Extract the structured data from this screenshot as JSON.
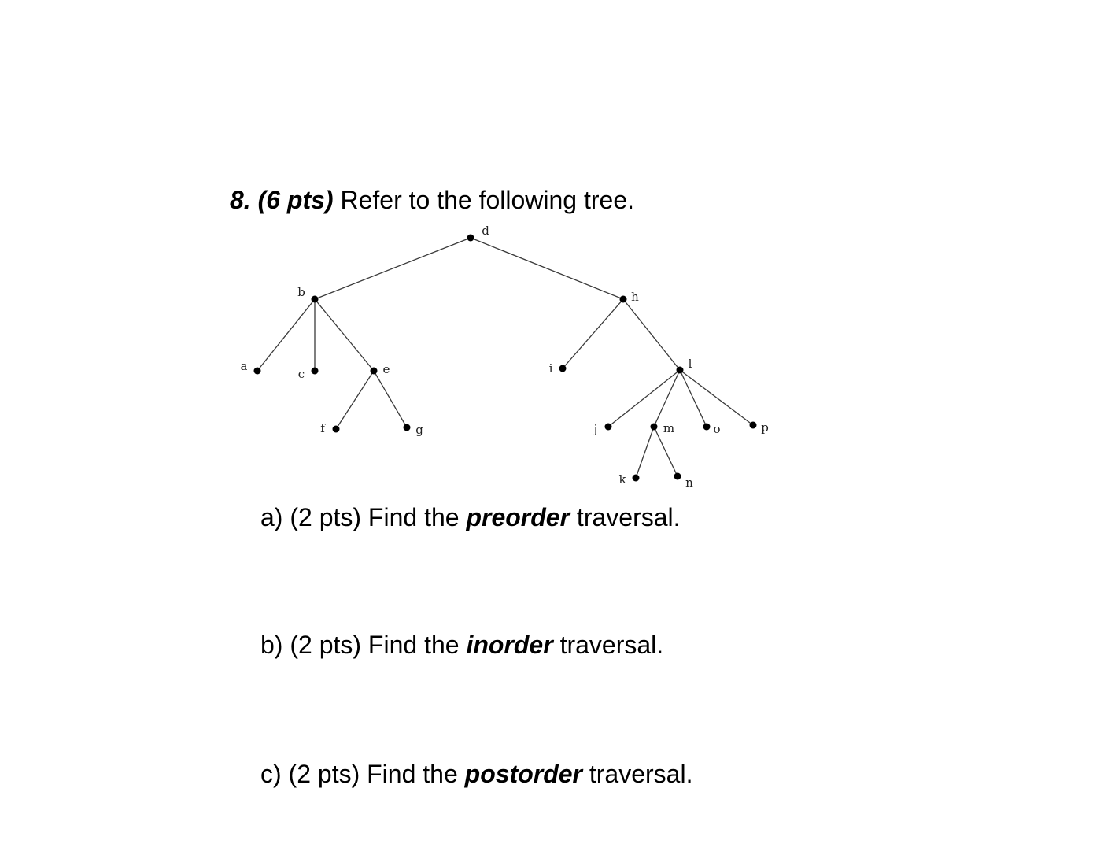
{
  "question": {
    "number": "8.",
    "points": "(6 pts)",
    "prompt": "Refer to the following tree."
  },
  "tree": {
    "nodes": [
      {
        "id": "d",
        "label": "d"
      },
      {
        "id": "b",
        "label": "b"
      },
      {
        "id": "h",
        "label": "h"
      },
      {
        "id": "a",
        "label": "a"
      },
      {
        "id": "c",
        "label": "c"
      },
      {
        "id": "e",
        "label": "e"
      },
      {
        "id": "f",
        "label": "f"
      },
      {
        "id": "g",
        "label": "g"
      },
      {
        "id": "i",
        "label": "i"
      },
      {
        "id": "l",
        "label": "l"
      },
      {
        "id": "j",
        "label": "j"
      },
      {
        "id": "m",
        "label": "m"
      },
      {
        "id": "o",
        "label": "o"
      },
      {
        "id": "p",
        "label": "p"
      },
      {
        "id": "k",
        "label": "k"
      },
      {
        "id": "n",
        "label": "n"
      }
    ],
    "edges": [
      [
        "d",
        "b"
      ],
      [
        "d",
        "h"
      ],
      [
        "b",
        "a"
      ],
      [
        "b",
        "c"
      ],
      [
        "b",
        "e"
      ],
      [
        "e",
        "f"
      ],
      [
        "e",
        "g"
      ],
      [
        "h",
        "i"
      ],
      [
        "h",
        "l"
      ],
      [
        "l",
        "j"
      ],
      [
        "l",
        "m"
      ],
      [
        "l",
        "o"
      ],
      [
        "l",
        "p"
      ],
      [
        "m",
        "k"
      ],
      [
        "m",
        "n"
      ]
    ]
  },
  "parts": [
    {
      "prefix": "a) (2 pts) Find the ",
      "keyword": "preorder",
      "suffix": " traversal."
    },
    {
      "prefix": "b) (2 pts) Find the ",
      "keyword": "inorder",
      "suffix": " traversal."
    },
    {
      "prefix": "c) (2 pts) Find the ",
      "keyword": "postorder",
      "suffix": " traversal."
    }
  ]
}
